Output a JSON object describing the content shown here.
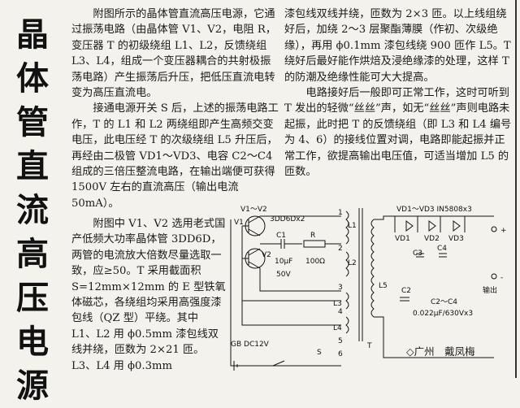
{
  "title": [
    "晶",
    "体",
    "管",
    "直",
    "流",
    "高",
    "压",
    "电",
    "源"
  ],
  "col1": [
    "附图所示的晶体管直流高压电源，它通过振荡电路（由晶体管 V1、V2，电阻 R，变压器 T 的初级绕组 L1、L2，反馈绕组 L3、L4，组成一个变压器耦合的共射极振荡电路）产生振荡后升压，把低压直流电转变为高压直流电。",
    "接通电源开关 S 后，上述的振荡电路工作，T 的 L1 和 L2 两绕组即产生高频交变电压，此电压经 T 的次级绕组 L5 升压后，再经由二极管 VD1～VD3、电容 C2～C4 组成的三倍压整流电路，在输出端便可获得 1500V 左右的直流高压（输出电流 50mA）。"
  ],
  "lower_left": [
    "附图中 V1、V2 选用老式国产低频大功率晶体管 3DD6D，两管的电流放大倍数尽量选取一致，应≥50。T 采用截面积 S=12mm×12mm 的 E 型铁氧体磁芯，各绕组均采用高强度漆包线（QZ 型）平绕。其中 L1、L2 用 ϕ0.5mm 漆包线双线并绕，匝数为 2×21 匝。L3、L4 用 ϕ0.3mm"
  ],
  "col2": [
    "漆包线双线并绕，匝数为 2×3 匝。以上线组绕好后，加绕 2～3 层聚酯薄膜（作初、次级绝缘），再用 ϕ0.1mm 漆包线绕 900 匝作 L5。T 绕好后最好能作烘焙及浸绝缘漆的处理，这样 T 的防潮及绝缘性能可大大提高。",
    "电路接好后一般即可正常工作，这时可听到 T 发出的轻微“丝丝”声，如无“丝丝”声则电路未起振，此时把 T 的反馈绕组（即 L3 和 L4 编号为 4、6）的接线位置对调，电路即能起振并正常工作，欲提高输出电压值，可适当增加 L5 的匝数。"
  ],
  "circuit": {
    "v1v2": "V1～V2",
    "v1v2_part": "3DD6Dx2",
    "v1": "V1",
    "v2": "V2",
    "c1": "C1",
    "c1_value": "10μF",
    "c1_voltage": "50V",
    "r": "R",
    "r_value": "100Ω",
    "l1": "L1",
    "l2": "L2",
    "l3": "L3",
    "l4": "L4",
    "l5": "L5",
    "pin1": "1",
    "pin2": "2",
    "pin3": "3",
    "pin4": "4",
    "pin5": "5",
    "pin6": "6",
    "t": "T",
    "gb": "GB  DC12V",
    "s": "S",
    "vd_header": "VD1～VD3  IN5808x3",
    "vd1": "VD1",
    "vd2": "VD2",
    "vd3": "VD3",
    "c2": "C2",
    "c3": "C3",
    "c4": "C4",
    "c_header": "C2～C4",
    "c_value": "0.022μF/630Vx3",
    "plus": "+",
    "minus": "-",
    "output": "输出"
  },
  "byline": "◇广州　戴凤梅"
}
